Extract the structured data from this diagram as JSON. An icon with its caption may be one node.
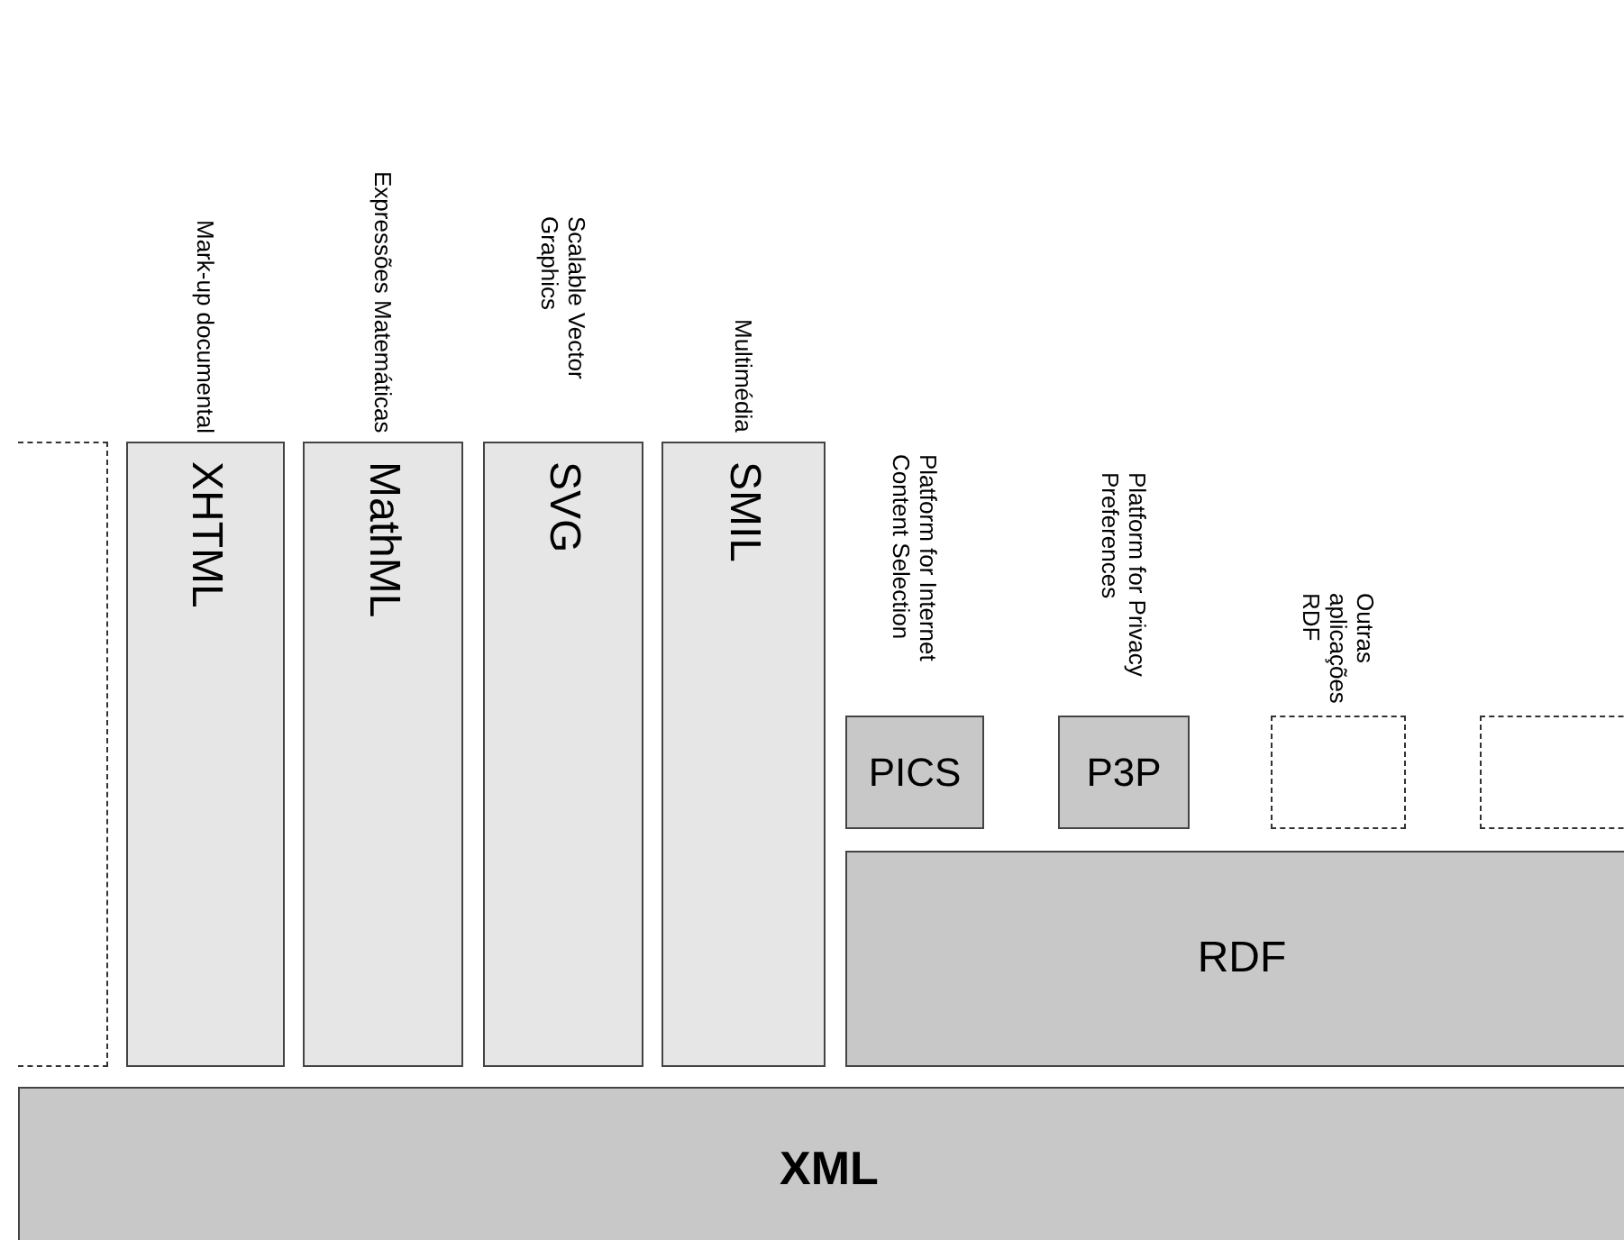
{
  "diagram": {
    "nodes": [
      {
        "text": [],
        "shape": "box"
      },
      {
        "text": [
          "XHTML",
          "Mark-up documental"
        ]
      },
      {
        "text": [
          "MathML",
          "Expressões Matemáticas"
        ]
      },
      {
        "text": [
          "SVG",
          "Scalable Vector Graphics"
        ]
      },
      {
        "text": [
          "SMIL",
          "Multimédia"
        ]
      },
      {
        "text": [
          "PICS",
          "Platform for Internet Content Selection"
        ]
      },
      {
        "text": [
          "P3P",
          "Platform for Privacy Preferences"
        ]
      },
      {
        "text": [
          "Outras aplicações RDF"
        ]
      },
      {
        "text": [],
        "shape": "box"
      },
      {
        "text": [
          "RDF"
        ]
      },
      {
        "text": [
          "XML"
        ]
      }
    ]
  }
}
